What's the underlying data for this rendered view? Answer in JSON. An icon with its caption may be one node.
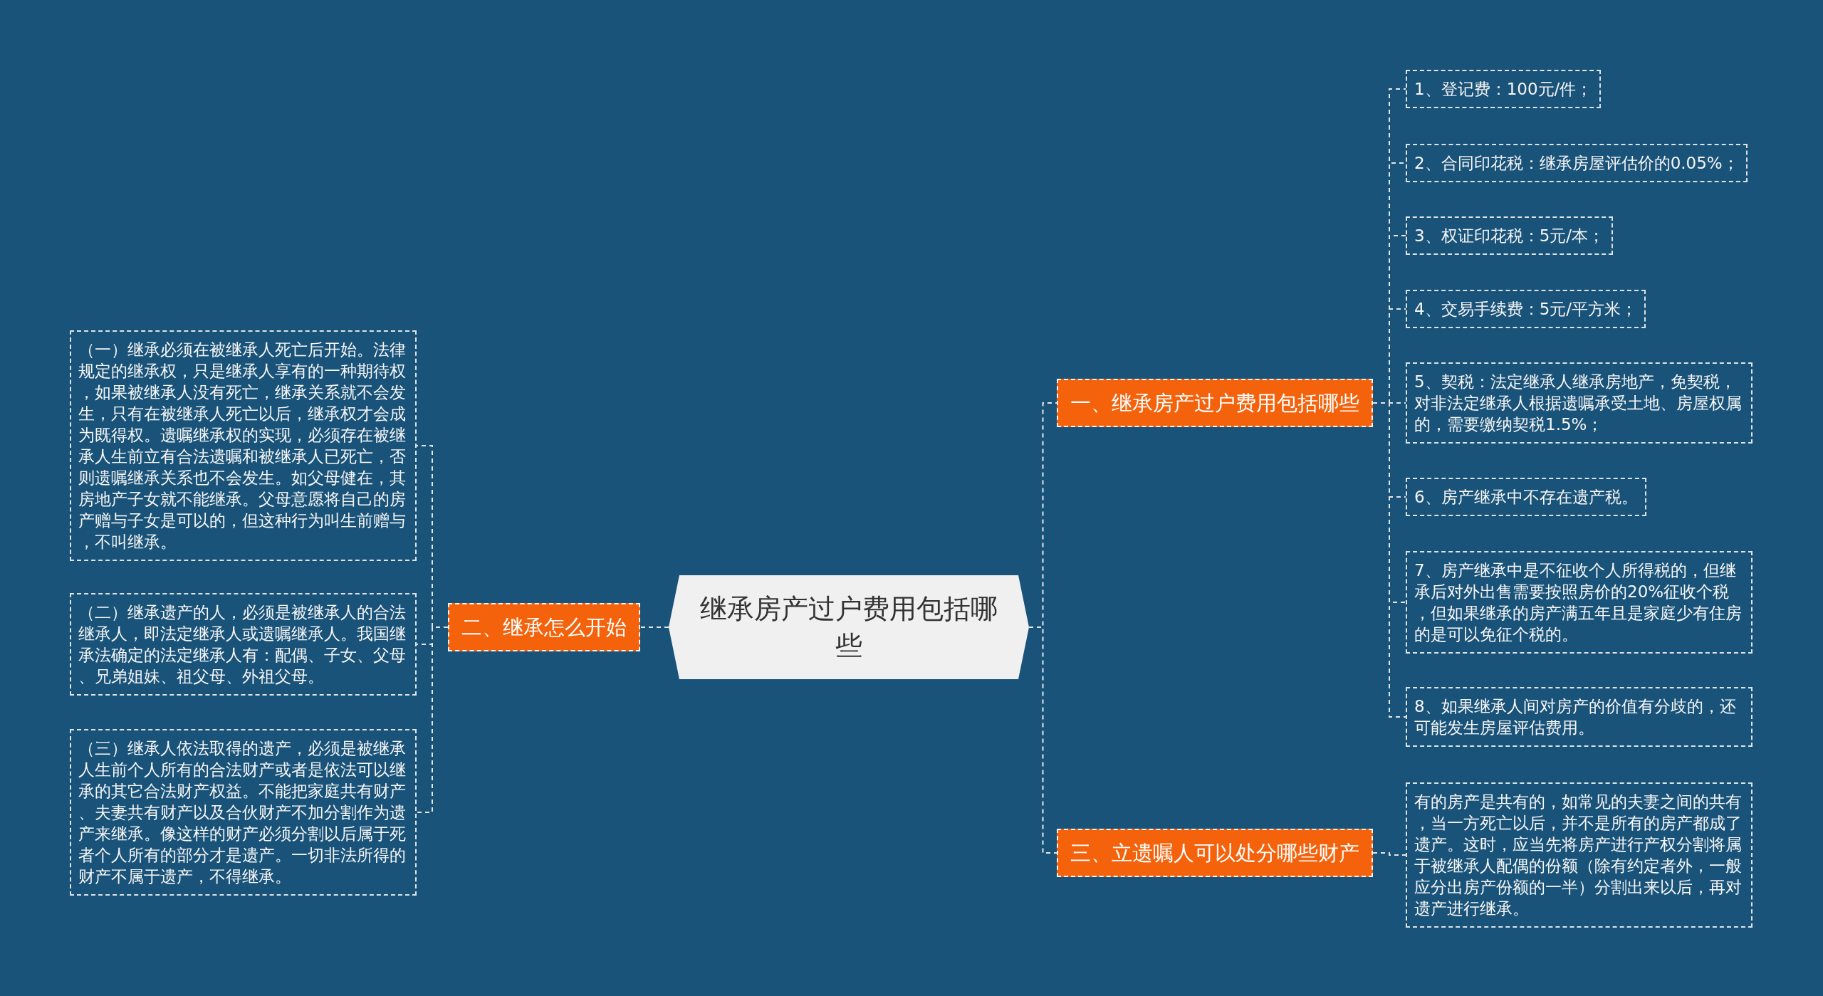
{
  "diagram": {
    "nodes": [
      {
        "text": [
          "继承房产过户费用包括哪些"
        ]
      },
      {
        "text": [
          "一、继承房产过户费用包括哪些"
        ]
      },
      {
        "text": [
          "1、登记费：100元/件；"
        ]
      },
      {
        "text": [
          "2、合同印花税：继承房屋评估价的0.05%；"
        ]
      },
      {
        "text": [
          "3、权证印花税：5元/本；"
        ]
      },
      {
        "text": [
          "4、交易手续费：5元/平方米；"
        ]
      },
      {
        "text": [
          "5、契税：法定继承人继承房地产，免契税，对非法定继承人根据遗嘱承受土地、房屋权属的，需要缴纳契税1.5%；"
        ]
      },
      {
        "text": [
          "6、房产继承中不存在遗产税。"
        ]
      },
      {
        "text": [
          "7、房产继承中是不征收个人所得税的，但继承后对外出售需要按照房价的20%征收个税，但如果继承的房产满五年且是家庭少有住房的是可以免征个税的。"
        ]
      },
      {
        "text": [
          "8、如果继承人间对房产的价值有分歧的，还可能发生房屋评估费用。"
        ]
      },
      {
        "text": [
          "二、继承怎么开始"
        ]
      },
      {
        "text": [
          "（一）继承必须在被继承人死亡后开始。法律规定的继承权，只是继承人享有的一种期待权，如果被继承人没有死亡，继承关系就不会发生，只有在被继承人死亡以后，继承权才会成为既得权。遗嘱继承权的实现，必须存在被继承人生前立有合法遗嘱和被继承人已死亡，否则遗嘱继承关系也不会发生。如父母健在，其房地产子女就不能继承。父母意愿将自己的房产赠与子女是可以的，但这种行为叫生前赠与，不叫继承。"
        ]
      },
      {
        "text": [
          "（二）继承遗产的人，必须是被继承人的合法继承人，即法定继承人或遗嘱继承人。我国继承法确定的法定继承人有：配偶、子女、父母、兄弟姐妹、祖父母、外祖父母。"
        ]
      },
      {
        "text": [
          "（三）继承人依法取得的遗产，必须是被继承人生前个人所有的合法财产或者是依法可以继承的其它合法财产权益。不能把家庭共有财产、夫妻共有财产以及合伙财产不加分割作为遗产来继承。像这样的财产必须分割以后属于死者个人所有的部分才是遗产。一切非法所得的财产不属于遗产，不得继承。"
        ]
      },
      {
        "text": [
          "三、立遗嘱人可以处分哪些财产"
        ]
      },
      {
        "text": [
          "有的房产是共有的，如常见的夫妻之间的共有，当一方死亡以后，并不是所有的房产都成了遗产。这时，应当先将房产进行产权分割将属于被继承人配偶的份额（除有约定者外，一般应分出房产份额的一半）分割出来以后，再对遗产进行继承。"
        ]
      }
    ],
    "edges": [
      {
        "from": 0,
        "to": 1,
        "arrow": "none"
      },
      {
        "from": 1,
        "to": 2,
        "arrow": "none"
      },
      {
        "from": 1,
        "to": 3,
        "arrow": "none"
      },
      {
        "from": 1,
        "to": 4,
        "arrow": "none"
      },
      {
        "from": 1,
        "to": 5,
        "arrow": "none"
      },
      {
        "from": 1,
        "to": 6,
        "arrow": "none"
      },
      {
        "from": 1,
        "to": 7,
        "arrow": "none"
      },
      {
        "from": 1,
        "to": 8,
        "arrow": "none"
      },
      {
        "from": 1,
        "to": 9,
        "arrow": "none"
      },
      {
        "from": 0,
        "to": 10,
        "arrow": "none"
      },
      {
        "from": 10,
        "to": 11,
        "arrow": "none"
      },
      {
        "from": 10,
        "to": 12,
        "arrow": "none"
      },
      {
        "from": 10,
        "to": 13,
        "arrow": "none"
      },
      {
        "from": 0,
        "to": 14,
        "arrow": "none"
      },
      {
        "from": 14,
        "to": 15,
        "arrow": "none"
      }
    ]
  }
}
